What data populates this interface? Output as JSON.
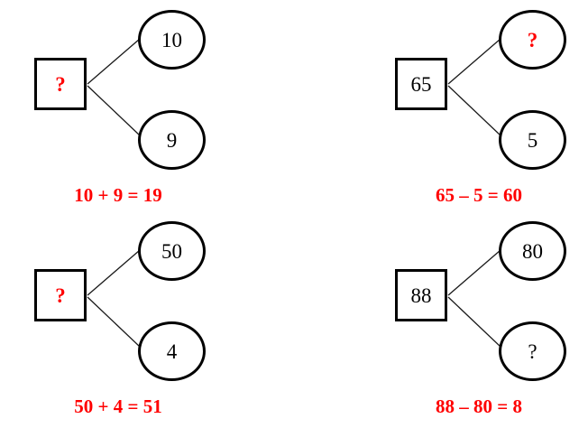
{
  "page": {
    "background": "#ffffff"
  },
  "colors": {
    "shape_stroke": "#000000",
    "connector_stroke": "#1a1a1a",
    "answer_red": "#ff0000",
    "number_black": "#000000"
  },
  "diagrams": [
    {
      "id": "top-left",
      "whole": {
        "value": "?",
        "color": "red"
      },
      "part_top": {
        "value": "10",
        "color": "black"
      },
      "part_bottom": {
        "value": "9",
        "color": "black"
      },
      "equation": "10 + 9 = 19"
    },
    {
      "id": "top-right",
      "whole": {
        "value": "65",
        "color": "black"
      },
      "part_top": {
        "value": "?",
        "color": "red"
      },
      "part_bottom": {
        "value": "5",
        "color": "black"
      },
      "equation": "65 – 5 = 60"
    },
    {
      "id": "bottom-left",
      "whole": {
        "value": "?",
        "color": "red"
      },
      "part_top": {
        "value": "50",
        "color": "black"
      },
      "part_bottom": {
        "value": "4",
        "color": "black"
      },
      "equation": "50 + 4 = 51"
    },
    {
      "id": "bottom-right",
      "whole": {
        "value": "88",
        "color": "black"
      },
      "part_top": {
        "value": "80",
        "color": "black"
      },
      "part_bottom": {
        "value": "?",
        "color": "black"
      },
      "equation": "88 – 80 = 8"
    }
  ]
}
